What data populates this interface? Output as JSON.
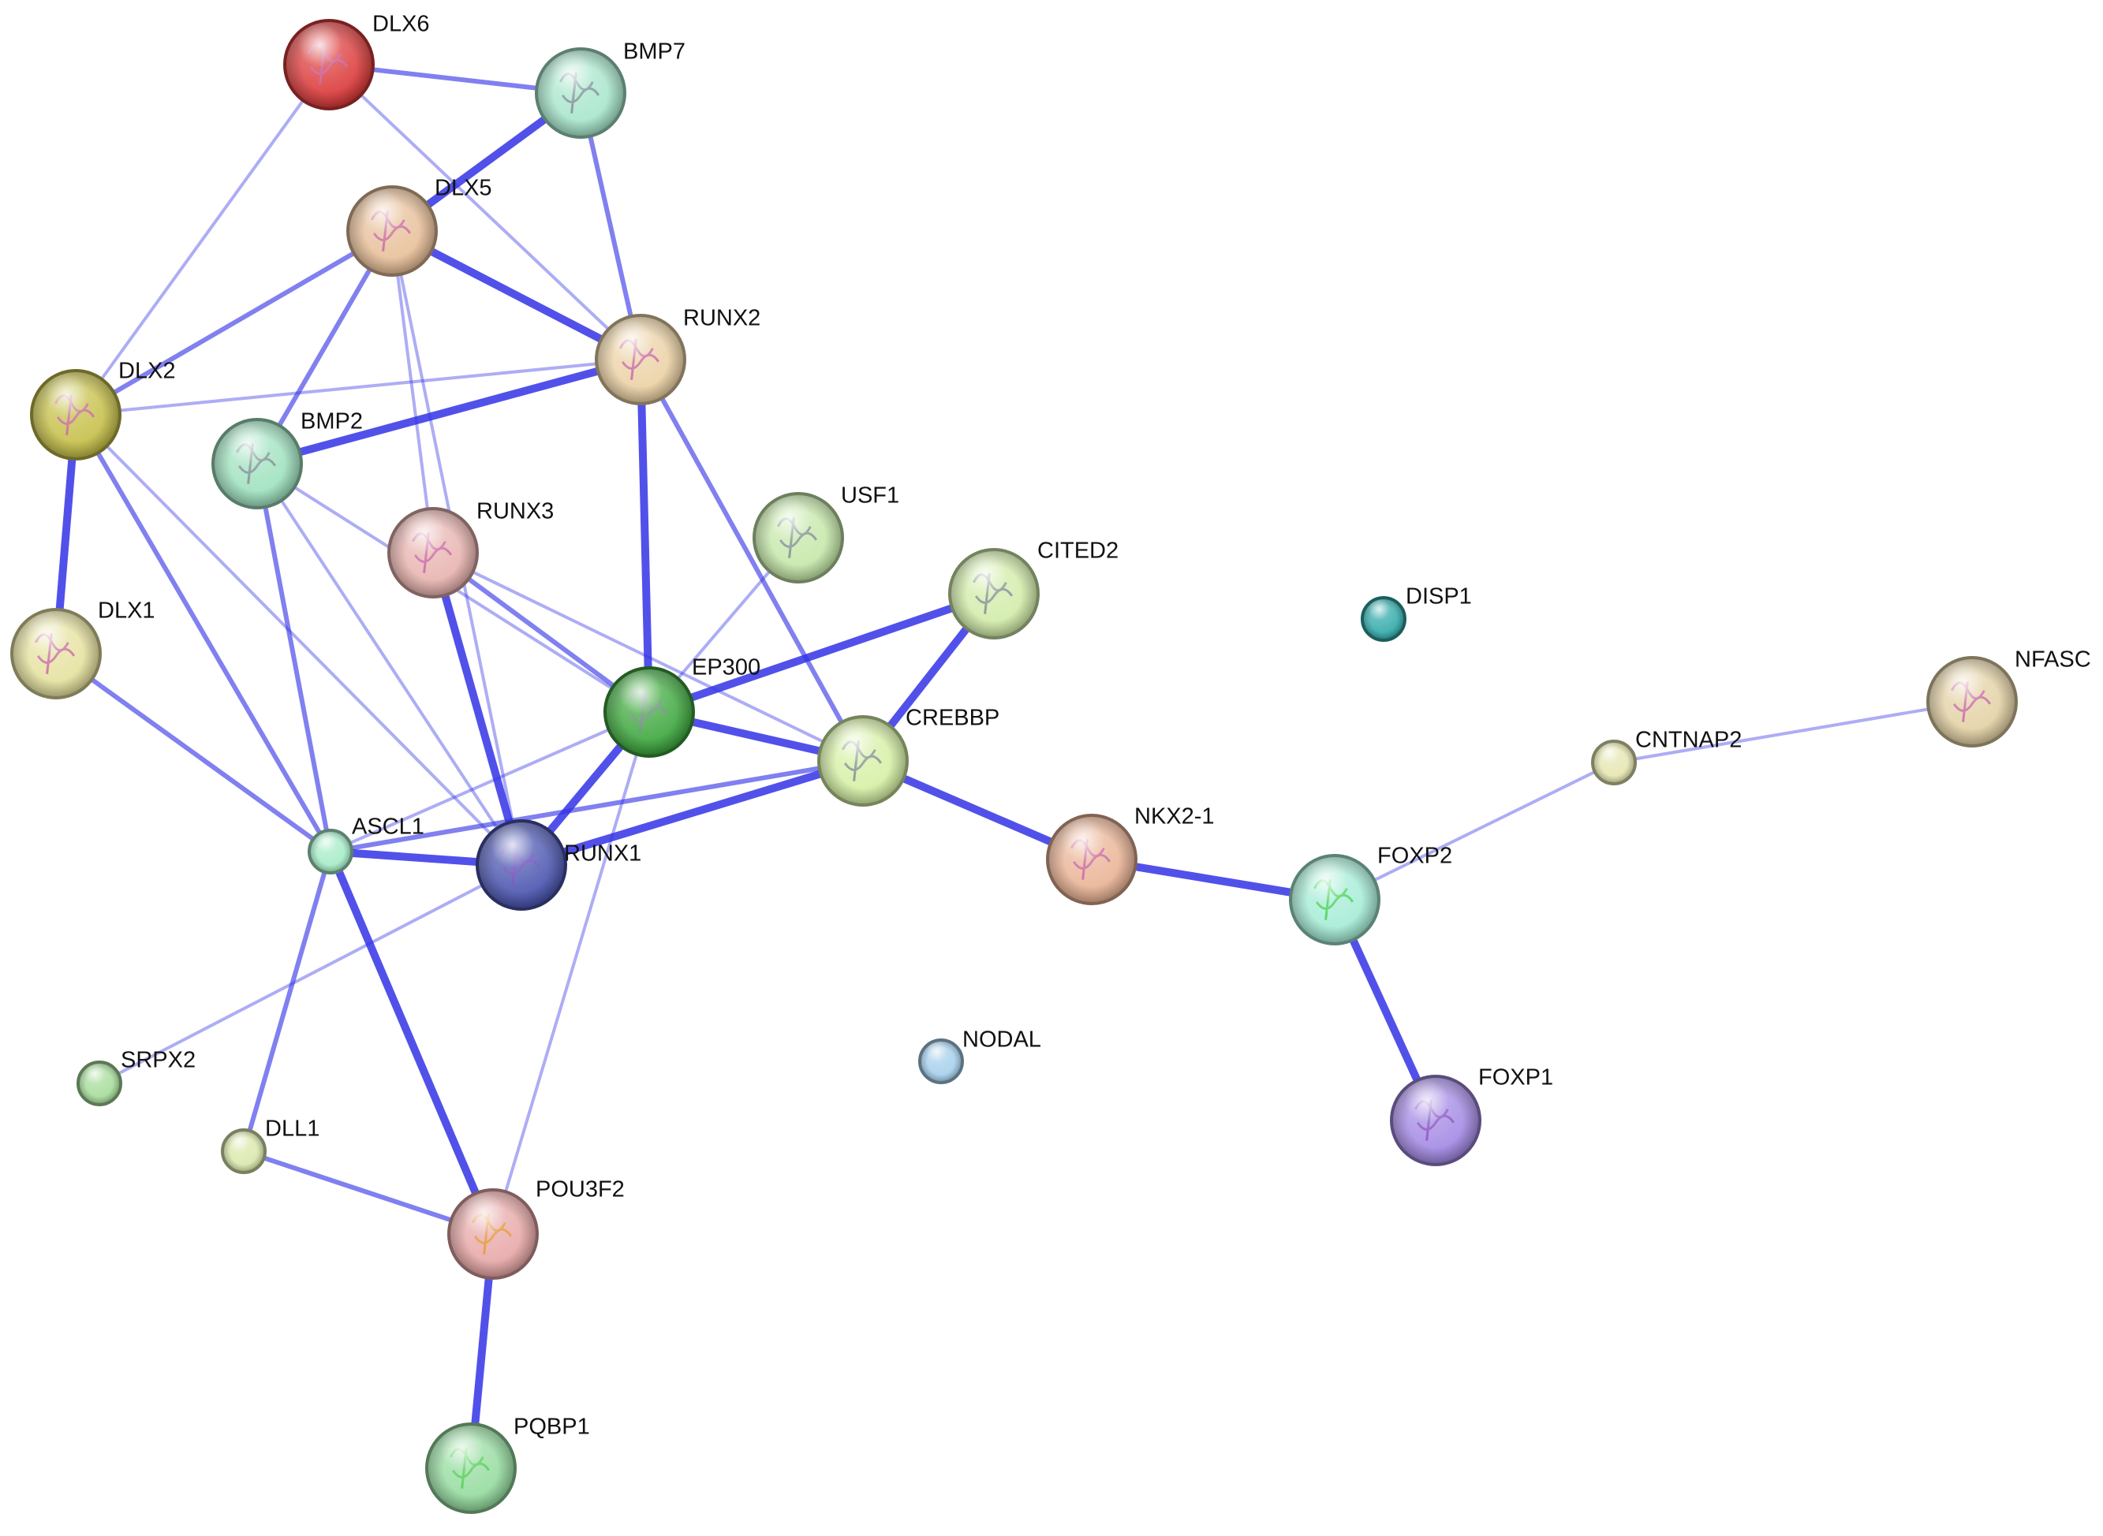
{
  "network": {
    "edge_color": "#3232e6",
    "nodes": [
      {
        "id": "DLX6",
        "label": "DLX6",
        "color": "#dc3c3c",
        "size": "large",
        "structure": "pink-helix"
      },
      {
        "id": "BMP7",
        "label": "BMP7",
        "color": "#a8e6cc",
        "size": "large",
        "structure": "grey-sheet"
      },
      {
        "id": "DLX5",
        "label": "DLX5",
        "color": "#e8c09a",
        "size": "large",
        "structure": "pink-helix"
      },
      {
        "id": "RUNX2",
        "label": "RUNX2",
        "color": "#ecd2a6",
        "size": "large",
        "structure": "pink-sheet"
      },
      {
        "id": "DLX2",
        "label": "DLX2",
        "color": "#c6c04a",
        "size": "large",
        "structure": "pink-helix"
      },
      {
        "id": "BMP2",
        "label": "BMP2",
        "color": "#a0e2c0",
        "size": "large",
        "structure": "grey-sheet"
      },
      {
        "id": "RUNX3",
        "label": "RUNX3",
        "color": "#e8b4b0",
        "size": "large",
        "structure": "pink-sheet"
      },
      {
        "id": "USF1",
        "label": "USF1",
        "color": "#c6e8aa",
        "size": "large",
        "structure": "grey-helix"
      },
      {
        "id": "CITED2",
        "label": "CITED2",
        "color": "#d2ecaa",
        "size": "large",
        "structure": "grey-coil"
      },
      {
        "id": "DISP1",
        "label": "DISP1",
        "color": "#33aaaa",
        "size": "small",
        "structure": "none"
      },
      {
        "id": "DLX1",
        "label": "DLX1",
        "color": "#e6e2a0",
        "size": "large",
        "structure": "pink-helix"
      },
      {
        "id": "EP300",
        "label": "EP300",
        "color": "#3fa83f",
        "size": "large",
        "structure": "grey-sheet"
      },
      {
        "id": "CREBBP",
        "label": "CREBBP",
        "color": "#d6f0a6",
        "size": "large",
        "structure": "grey-sheet"
      },
      {
        "id": "NFASC",
        "label": "NFASC",
        "color": "#e4d2a6",
        "size": "large",
        "structure": "pink-sheet"
      },
      {
        "id": "CNTNAP2",
        "label": "CNTNAP2",
        "color": "#e6e6b2",
        "size": "small",
        "structure": "none"
      },
      {
        "id": "ASCL1",
        "label": "ASCL1",
        "color": "#a6ecc8",
        "size": "small",
        "structure": "none"
      },
      {
        "id": "RUNX1",
        "label": "RUNX1",
        "color": "#4c56b0",
        "size": "large",
        "structure": "purple-sheet"
      },
      {
        "id": "NKX2-1",
        "label": "NKX2-1",
        "color": "#eab496",
        "size": "large",
        "structure": "pink-helix"
      },
      {
        "id": "FOXP2",
        "label": "FOXP2",
        "color": "#a6ecd6",
        "size": "large",
        "structure": "green-helix"
      },
      {
        "id": "SRPX2",
        "label": "SRPX2",
        "color": "#a6dc9a",
        "size": "small",
        "structure": "none"
      },
      {
        "id": "NODAL",
        "label": "NODAL",
        "color": "#a6d0ec",
        "size": "small",
        "structure": "none"
      },
      {
        "id": "FOXP1",
        "label": "FOXP1",
        "color": "#a48ae4",
        "size": "large",
        "structure": "purple-helix"
      },
      {
        "id": "DLL1",
        "label": "DLL1",
        "color": "#dae8ac",
        "size": "small",
        "structure": "none"
      },
      {
        "id": "POU3F2",
        "label": "POU3F2",
        "color": "#e8a8a8",
        "size": "large",
        "structure": "orange-helix"
      },
      {
        "id": "PQBP1",
        "label": "PQBP1",
        "color": "#96dca0",
        "size": "large",
        "structure": "green-coil"
      }
    ],
    "edges": [
      {
        "source": "DLX6",
        "target": "BMP7",
        "strength": "medium"
      },
      {
        "source": "DLX6",
        "target": "DLX2",
        "strength": "weak"
      },
      {
        "source": "DLX6",
        "target": "RUNX2",
        "strength": "weak"
      },
      {
        "source": "BMP7",
        "target": "DLX5",
        "strength": "strong"
      },
      {
        "source": "BMP7",
        "target": "RUNX2",
        "strength": "medium"
      },
      {
        "source": "DLX5",
        "target": "RUNX2",
        "strength": "strong"
      },
      {
        "source": "DLX5",
        "target": "DLX2",
        "strength": "medium"
      },
      {
        "source": "DLX5",
        "target": "BMP2",
        "strength": "medium"
      },
      {
        "source": "DLX5",
        "target": "RUNX3",
        "strength": "weak"
      },
      {
        "source": "DLX5",
        "target": "RUNX1",
        "strength": "weak"
      },
      {
        "source": "DLX2",
        "target": "RUNX2",
        "strength": "weak"
      },
      {
        "source": "DLX2",
        "target": "DLX1",
        "strength": "strong"
      },
      {
        "source": "DLX2",
        "target": "ASCL1",
        "strength": "medium"
      },
      {
        "source": "DLX2",
        "target": "RUNX1",
        "strength": "weak"
      },
      {
        "source": "BMP2",
        "target": "RUNX2",
        "strength": "strong"
      },
      {
        "source": "BMP2",
        "target": "ASCL1",
        "strength": "medium"
      },
      {
        "source": "BMP2",
        "target": "EP300",
        "strength": "weak"
      },
      {
        "source": "BMP2",
        "target": "RUNX1",
        "strength": "weak"
      },
      {
        "source": "RUNX2",
        "target": "EP300",
        "strength": "strong"
      },
      {
        "source": "RUNX2",
        "target": "CREBBP",
        "strength": "medium"
      },
      {
        "source": "RUNX3",
        "target": "RUNX1",
        "strength": "strong"
      },
      {
        "source": "RUNX3",
        "target": "EP300",
        "strength": "medium"
      },
      {
        "source": "RUNX3",
        "target": "CREBBP",
        "strength": "weak"
      },
      {
        "source": "USF1",
        "target": "EP300",
        "strength": "weak"
      },
      {
        "source": "CITED2",
        "target": "EP300",
        "strength": "strong"
      },
      {
        "source": "CITED2",
        "target": "CREBBP",
        "strength": "strong"
      },
      {
        "source": "EP300",
        "target": "CREBBP",
        "strength": "strong"
      },
      {
        "source": "EP300",
        "target": "RUNX1",
        "strength": "strong"
      },
      {
        "source": "EP300",
        "target": "ASCL1",
        "strength": "weak"
      },
      {
        "source": "EP300",
        "target": "POU3F2",
        "strength": "weak"
      },
      {
        "source": "CREBBP",
        "target": "RUNX1",
        "strength": "strong"
      },
      {
        "source": "CREBBP",
        "target": "ASCL1",
        "strength": "medium"
      },
      {
        "source": "CREBBP",
        "target": "NKX2-1",
        "strength": "strong"
      },
      {
        "source": "DLX1",
        "target": "ASCL1",
        "strength": "medium"
      },
      {
        "source": "ASCL1",
        "target": "RUNX1",
        "strength": "strong"
      },
      {
        "source": "ASCL1",
        "target": "DLL1",
        "strength": "medium"
      },
      {
        "source": "ASCL1",
        "target": "POU3F2",
        "strength": "strong"
      },
      {
        "source": "RUNX1",
        "target": "SRPX2",
        "strength": "weak"
      },
      {
        "source": "NKX2-1",
        "target": "FOXP2",
        "strength": "strong"
      },
      {
        "source": "FOXP2",
        "target": "CNTNAP2",
        "strength": "weak"
      },
      {
        "source": "FOXP2",
        "target": "FOXP1",
        "strength": "strong"
      },
      {
        "source": "CNTNAP2",
        "target": "NFASC",
        "strength": "weak"
      },
      {
        "source": "DLL1",
        "target": "POU3F2",
        "strength": "medium"
      },
      {
        "source": "POU3F2",
        "target": "PQBP1",
        "strength": "strong"
      }
    ]
  }
}
